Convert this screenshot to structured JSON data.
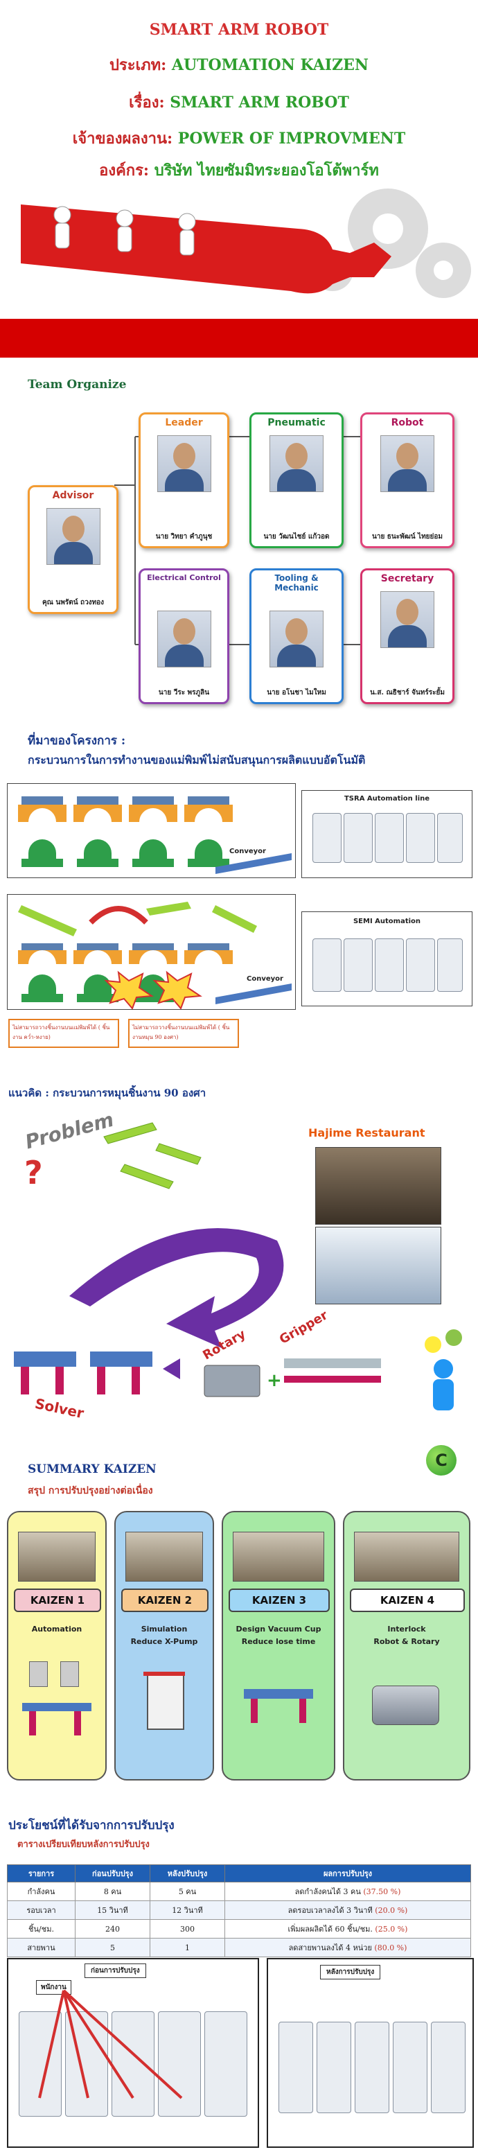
{
  "header": {
    "title": "SMART ARM ROBOT",
    "type_label": "ประเภท:",
    "type_value": "AUTOMATION KAIZEN",
    "subject_label": "เรื่อง:",
    "subject_value": "SMART ARM ROBOT",
    "owner_label": "เจ้าของผลงาน:",
    "owner_value": "POWER OF IMPROVMENT",
    "org_label": "องค์กร:",
    "org_value": "บริษัท ไทยซัมมิทระยองโอโต้พาร์ท"
  },
  "colors": {
    "title_red": "#d32f2f",
    "label_red": "#c62828",
    "value_green": "#2e9e2e",
    "banner_red": "#d50000",
    "navy": "#1a3a8a"
  },
  "team": {
    "title": "Team Organize",
    "advisor": {
      "role": "Advisor",
      "name": "คุณ นพรัตน์ ถวงทอง"
    },
    "members": [
      {
        "role": "Leader",
        "name": "นาย วิทยา คำภูนุช",
        "color": "#f39c33"
      },
      {
        "role": "Pneumatic",
        "name": "นาย วัฒนไชย์ แก้วอด",
        "color": "#27a844"
      },
      {
        "role": "Robot",
        "name": "นาย ธนะพัฒน์ ไทยย่อม",
        "color": "#e0457b"
      },
      {
        "role": "Electrical Control",
        "name": "นาย วีระ พรภูลิน",
        "color": "#8e44ad"
      },
      {
        "role": "Tooling & Mechanic",
        "name": "นาย อโนชา ไมใหม",
        "color": "#2d7fd3"
      },
      {
        "role": "Secretary",
        "name": "น.ส. ณธิชาร์ จันทร์ระยั้ม",
        "color": "#d6336c"
      }
    ]
  },
  "background": {
    "title": "ที่มาของโครงการ :",
    "subtitle": "กระบวนการในการทำงานของแม่พิมพ์ไม่สนับสนุนการผลิตแบบอัตโนมัติ",
    "conveyor": "Conveyor",
    "tsra_label": "TSRA Automation line",
    "semi_label": "SEMI Automation",
    "note_left": "ไม่สามารถวางชิ้นงานบนแม่พิมพ์ได้ ( ชิ้นงาน คว่ำ-หงาย)",
    "note_right": "ไม่สามารถวางชิ้นงานบนแม่พิมพ์ได้ ( ชิ้นงานหมุน 90 องศา)"
  },
  "concept": {
    "title": "แนวคิด : กระบวนการหมุนชิ้นงาน 90 องศา",
    "problem": "Problem",
    "solver": "Solver",
    "restaurant": "Hajime Restaurant",
    "rotary": "Rotary",
    "gripper": "Gripper"
  },
  "summary": {
    "title": "SUMMARY KAIZEN",
    "subtitle": "สรุป  การปรับปรุงอย่างต่อเนื่อง",
    "badge": "C",
    "kaizens": [
      {
        "label": "KAIZEN",
        "num": "1",
        "line1": "Automation",
        "line2": "",
        "bg": "#fbf7a8",
        "tag": "#f4c7cf"
      },
      {
        "label": "KAIZEN",
        "num": "2",
        "line1": "Simulation",
        "line2": "Reduce X-Pump",
        "bg": "#a9d3f2",
        "tag": "#f7c990"
      },
      {
        "label": "KAIZEN",
        "num": "3",
        "line1": "Design Vacuum Cup",
        "line2": "Reduce lose time",
        "bg": "#a6e9a4",
        "tag": "#9fd6f5"
      },
      {
        "label": "KAIZEN",
        "num": "4",
        "line1": "Interlock",
        "line2": "Robot & Rotary",
        "bg": "#b9ecb5",
        "tag": "#ffffff"
      }
    ]
  },
  "benefits": {
    "title": "ประโยชน์ที่ได้รับจากการปรับปรุง",
    "subtitle": "ตารางเปรียบเทียบหลังการปรับปรุง",
    "columns": [
      "รายการ",
      "ก่อนปรับปรุง",
      "หลังปรับปรุง",
      "ผลการปรับปรุง"
    ],
    "rows": [
      {
        "item": "กำลังคน",
        "before": "8 คน",
        "after": "5 คน",
        "result": "ลดกำลังคนได้ 3 คน",
        "pct": "(37.50 %)"
      },
      {
        "item": "รอบเวลา",
        "before": "15 วินาที",
        "after": "12 วินาที",
        "result": "ลดรอบเวลาลงได้  3  วินาที",
        "pct": "(20.0 %)"
      },
      {
        "item": "ชิ้น/ชม.",
        "before": "240",
        "after": "300",
        "result": "เพิ่มผลผลิตได้ 60 ชิ้น/ชม.",
        "pct": "(25.0 %)"
      },
      {
        "item": "สายพาน",
        "before": "5",
        "after": "1",
        "result": "ลดสายพานลงได้ 4 หน่วย",
        "pct": "(80.0 %)"
      }
    ],
    "before_label": "ก่อนการปรับปรุง",
    "after_label": "หลังการปรับปรุง",
    "worker_label": "พนักงาน"
  }
}
